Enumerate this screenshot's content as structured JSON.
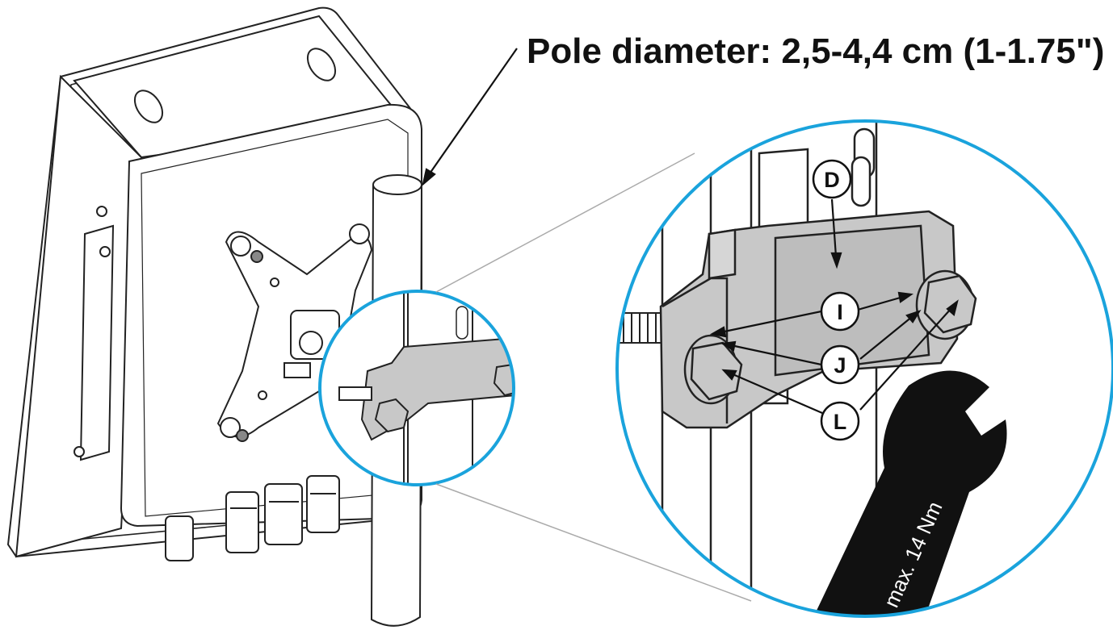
{
  "title": "Pole diameter: 2,5-4,4 cm (1-1.75\")",
  "callouts": [
    {
      "id": "D",
      "label": "D"
    },
    {
      "id": "I",
      "label": "I"
    },
    {
      "id": "J",
      "label": "J"
    },
    {
      "id": "L",
      "label": "L"
    }
  ],
  "wrench_label": "max. 14 Nm",
  "colors": {
    "zoom_circle": "#1aa3dc",
    "outline": "#222222",
    "bracket_fill": "#c8c8c8",
    "wrench": "#111111"
  }
}
